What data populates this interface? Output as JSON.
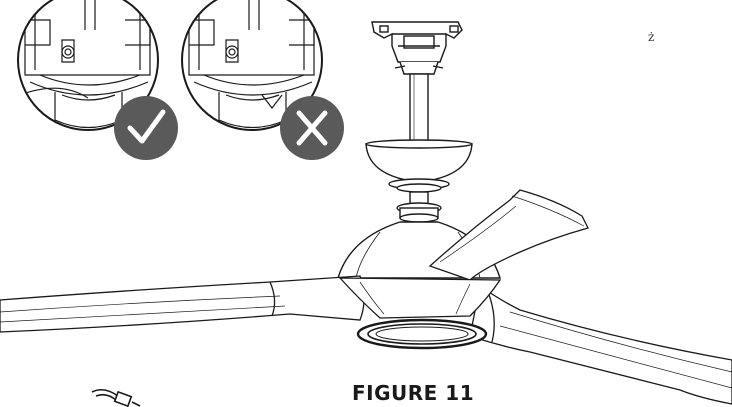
{
  "figure": {
    "label": "FIGURE 11",
    "stray_mark": "ż"
  },
  "callouts": [
    {
      "name": "correct-detail",
      "status": "correct",
      "icon": "checkmark-icon"
    },
    {
      "name": "incorrect-detail",
      "status": "incorrect",
      "icon": "cross-icon"
    }
  ],
  "colors": {
    "line": "#1a1a1a",
    "badge": "#5a5a5a",
    "badge_mark": "#ffffff",
    "fill": "#ffffff"
  }
}
